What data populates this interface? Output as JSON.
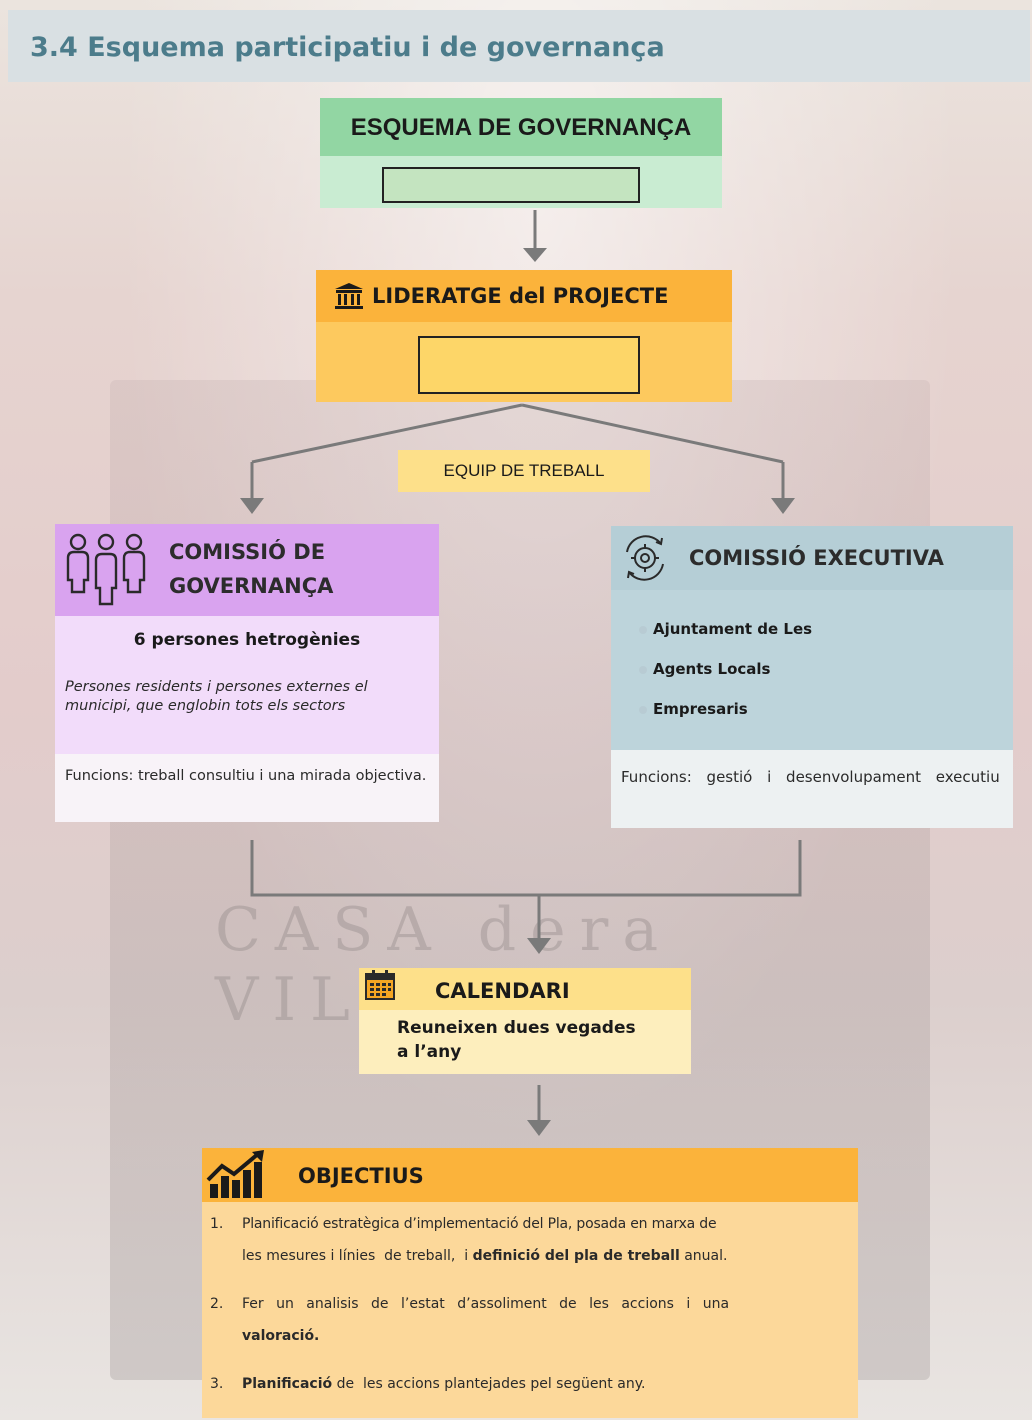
{
  "header": {
    "title": "3.4  Esquema participatiu i de governança"
  },
  "background": {
    "letters": "CASA  dera  VILA"
  },
  "top_box": {
    "title": "ESQUEMA DE GOVERNANÇA"
  },
  "leadership": {
    "title": "LIDERATGE del PROJECTE",
    "icon": "institution-icon"
  },
  "team": {
    "label": "EQUIP DE TREBALL"
  },
  "governance": {
    "title_line1": "COMISSIÓ DE",
    "title_line2": "GOVERNANÇA",
    "subtitle": "6 persones hetrogènies",
    "description": "Persones residents i persones externes el municipi, que englobin tots els sectors",
    "functions": "Funcions: treball consultiu i una mirada objectiva.",
    "icon": "people-group-icon"
  },
  "executive": {
    "title": "COMISSIÓ EXECUTIVA",
    "items": [
      "Ajuntament de Les",
      "Agents Locals",
      "Empresaris"
    ],
    "functions": "Funcions: gestió i desenvolupament executiu",
    "icon": "gear-cycle-icon"
  },
  "calendar": {
    "title": "CALENDARI",
    "body_line1": "Reuneixen dues vegades",
    "body_line2": "a l’any",
    "icon": "calendar-icon"
  },
  "objectives": {
    "title": "OBJECTIUS",
    "icon": "growth-chart-icon",
    "items": [
      {
        "num": "1.",
        "line1": "Planificació estratègica d’implementació del Pla, posada en marxa de",
        "line2a": "les mesures i línies  de treball,  i ",
        "line2b": "definició del pla de treball",
        "line2c": " anual."
      },
      {
        "num": "2.",
        "line1": "Fer un analisis de l’estat d’assoliment de les accions i una",
        "line2b": "valoració."
      },
      {
        "num": "3.",
        "bold": "Planificació",
        "rest": " de  les accions plantejades pel següent any."
      }
    ]
  },
  "colors": {
    "green_header": "#92d6a3",
    "green_body": "#c9ecd2",
    "orange": "#fbb33b",
    "yellow": "#fde08a",
    "purple": "#d9a3ef",
    "purple_body": "#f2dcfa",
    "blue": "#b5ced6",
    "objective_body": "#fcd89a"
  }
}
